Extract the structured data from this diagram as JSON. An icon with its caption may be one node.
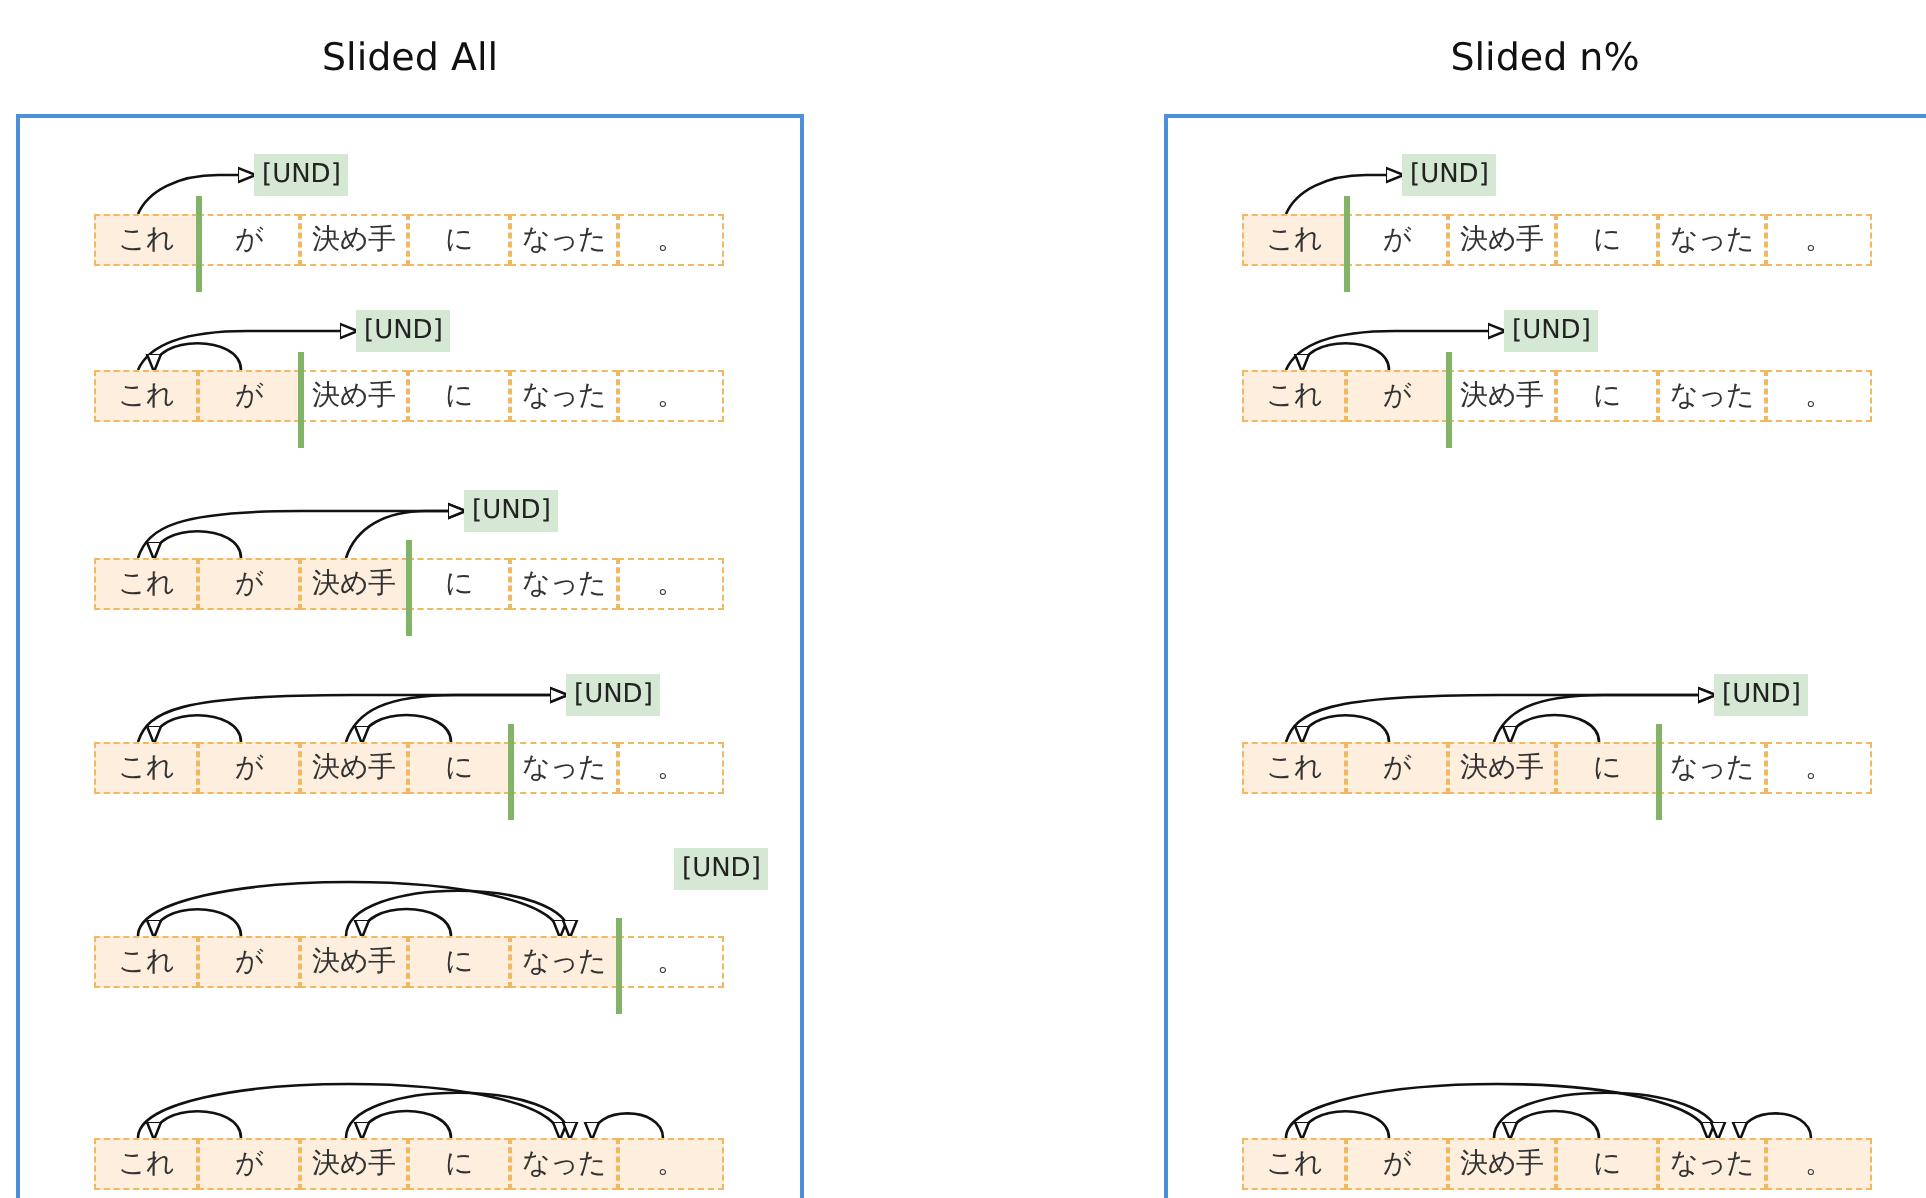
{
  "diagram": {
    "nodes": [
      {
        "text": [
          "Slided All"
        ]
      },
      {
        "text": [
          "これ"
        ],
        "in": 0
      },
      {
        "text": [
          "が"
        ],
        "in": 0
      },
      {
        "text": [
          "決め手"
        ],
        "in": 0
      },
      {
        "text": [
          "に"
        ],
        "in": 0
      },
      {
        "text": [
          "なった"
        ],
        "in": 0
      },
      {
        "text": [
          "。"
        ],
        "in": 0
      },
      {
        "text": [
          "[UND]"
        ],
        "in": 0
      },
      {
        "text": [
          "これ"
        ],
        "in": 0
      },
      {
        "text": [
          "が"
        ],
        "in": 0
      },
      {
        "text": [
          "決め手"
        ],
        "in": 0
      },
      {
        "text": [
          "に"
        ],
        "in": 0
      },
      {
        "text": [
          "なった"
        ],
        "in": 0
      },
      {
        "text": [
          "。"
        ],
        "in": 0
      },
      {
        "text": [
          "[UND]"
        ],
        "in": 0
      },
      {
        "text": [
          "これ"
        ],
        "in": 0
      },
      {
        "text": [
          "が"
        ],
        "in": 0
      },
      {
        "text": [
          "決め手"
        ],
        "in": 0
      },
      {
        "text": [
          "に"
        ],
        "in": 0
      },
      {
        "text": [
          "なった"
        ],
        "in": 0
      },
      {
        "text": [
          "。"
        ],
        "in": 0
      },
      {
        "text": [
          "[UND]"
        ],
        "in": 0
      },
      {
        "text": [
          "これ"
        ],
        "in": 0
      },
      {
        "text": [
          "が"
        ],
        "in": 0
      },
      {
        "text": [
          "決め手"
        ],
        "in": 0
      },
      {
        "text": [
          "に"
        ],
        "in": 0
      },
      {
        "text": [
          "なった"
        ],
        "in": 0
      },
      {
        "text": [
          "。"
        ],
        "in": 0
      },
      {
        "text": [
          "[UND]"
        ],
        "in": 0
      },
      {
        "text": [
          "これ"
        ],
        "in": 0
      },
      {
        "text": [
          "が"
        ],
        "in": 0
      },
      {
        "text": [
          "決め手"
        ],
        "in": 0
      },
      {
        "text": [
          "に"
        ],
        "in": 0
      },
      {
        "text": [
          "なった"
        ],
        "in": 0
      },
      {
        "text": [
          "。"
        ],
        "in": 0
      },
      {
        "text": [
          "[UND]"
        ],
        "in": 0
      },
      {
        "text": [
          "これ"
        ],
        "in": 0
      },
      {
        "text": [
          "が"
        ],
        "in": 0
      },
      {
        "text": [
          "決め手"
        ],
        "in": 0
      },
      {
        "text": [
          "に"
        ],
        "in": 0
      },
      {
        "text": [
          "なった"
        ],
        "in": 0
      },
      {
        "text": [
          "。"
        ],
        "in": 0
      },
      {
        "text": [
          "Slided n%"
        ]
      },
      {
        "text": [
          "これ"
        ],
        "in": 42
      },
      {
        "text": [
          "が"
        ],
        "in": 42
      },
      {
        "text": [
          "決め手"
        ],
        "in": 42
      },
      {
        "text": [
          "に"
        ],
        "in": 42
      },
      {
        "text": [
          "なった"
        ],
        "in": 42
      },
      {
        "text": [
          "。"
        ],
        "in": 42
      },
      {
        "text": [
          "[UND]"
        ],
        "in": 42
      },
      {
        "text": [
          "これ"
        ],
        "in": 42
      },
      {
        "text": [
          "が"
        ],
        "in": 42
      },
      {
        "text": [
          "決め手"
        ],
        "in": 42
      },
      {
        "text": [
          "に"
        ],
        "in": 42
      },
      {
        "text": [
          "なった"
        ],
        "in": 42
      },
      {
        "text": [
          "。"
        ],
        "in": 42
      },
      {
        "text": [
          "[UND]"
        ],
        "in": 42
      },
      {
        "text": [
          "これ"
        ],
        "in": 42
      },
      {
        "text": [
          "が"
        ],
        "in": 42
      },
      {
        "text": [
          "決め手"
        ],
        "in": 42
      },
      {
        "text": [
          "に"
        ],
        "in": 42
      },
      {
        "text": [
          "なった"
        ],
        "in": 42
      },
      {
        "text": [
          "。"
        ],
        "in": 42
      },
      {
        "text": [
          "[UND]"
        ],
        "in": 42
      },
      {
        "text": [
          "これ"
        ],
        "in": 42
      },
      {
        "text": [
          "が"
        ],
        "in": 42
      },
      {
        "text": [
          "決め手"
        ],
        "in": 42
      },
      {
        "text": [
          "に"
        ],
        "in": 42
      },
      {
        "text": [
          "なった"
        ],
        "in": 42
      },
      {
        "text": [
          "。"
        ],
        "in": 42
      }
    ],
    "edges": [
      {
        "from": 1,
        "to": 7,
        "arrow": "to"
      },
      {
        "from": 8,
        "to": 14,
        "arrow": "to"
      },
      {
        "from": 9,
        "to": 8,
        "arrow": "to"
      },
      {
        "from": 15,
        "to": 21,
        "arrow": "to"
      },
      {
        "from": 16,
        "to": 15,
        "arrow": "to"
      },
      {
        "from": 17,
        "to": 21,
        "arrow": "to"
      },
      {
        "from": 22,
        "to": 28,
        "arrow": "to"
      },
      {
        "from": 23,
        "to": 22,
        "arrow": "to"
      },
      {
        "from": 24,
        "to": 28,
        "arrow": "to"
      },
      {
        "from": 25,
        "to": 24,
        "arrow": "to"
      },
      {
        "from": 29,
        "to": 33,
        "arrow": "to"
      },
      {
        "from": 30,
        "to": 29,
        "arrow": "to"
      },
      {
        "from": 31,
        "to": 33,
        "arrow": "to"
      },
      {
        "from": 32,
        "to": 31,
        "arrow": "to"
      },
      {
        "from": 36,
        "to": 40,
        "arrow": "to"
      },
      {
        "from": 37,
        "to": 36,
        "arrow": "to"
      },
      {
        "from": 38,
        "to": 40,
        "arrow": "to"
      },
      {
        "from": 39,
        "to": 38,
        "arrow": "to"
      },
      {
        "from": 41,
        "to": 40,
        "arrow": "to"
      },
      {
        "from": 43,
        "to": 49,
        "arrow": "to"
      },
      {
        "from": 50,
        "to": 56,
        "arrow": "to"
      },
      {
        "from": 51,
        "to": 50,
        "arrow": "to"
      },
      {
        "from": 57,
        "to": 63,
        "arrow": "to"
      },
      {
        "from": 58,
        "to": 57,
        "arrow": "to"
      },
      {
        "from": 59,
        "to": 63,
        "arrow": "to"
      },
      {
        "from": 60,
        "to": 59,
        "arrow": "to"
      },
      {
        "from": 64,
        "to": 68,
        "arrow": "to"
      },
      {
        "from": 65,
        "to": 64,
        "arrow": "to"
      },
      {
        "from": 66,
        "to": 68,
        "arrow": "to"
      },
      {
        "from": 67,
        "to": 66,
        "arrow": "to"
      },
      {
        "from": 69,
        "to": 68,
        "arrow": "to"
      }
    ]
  }
}
